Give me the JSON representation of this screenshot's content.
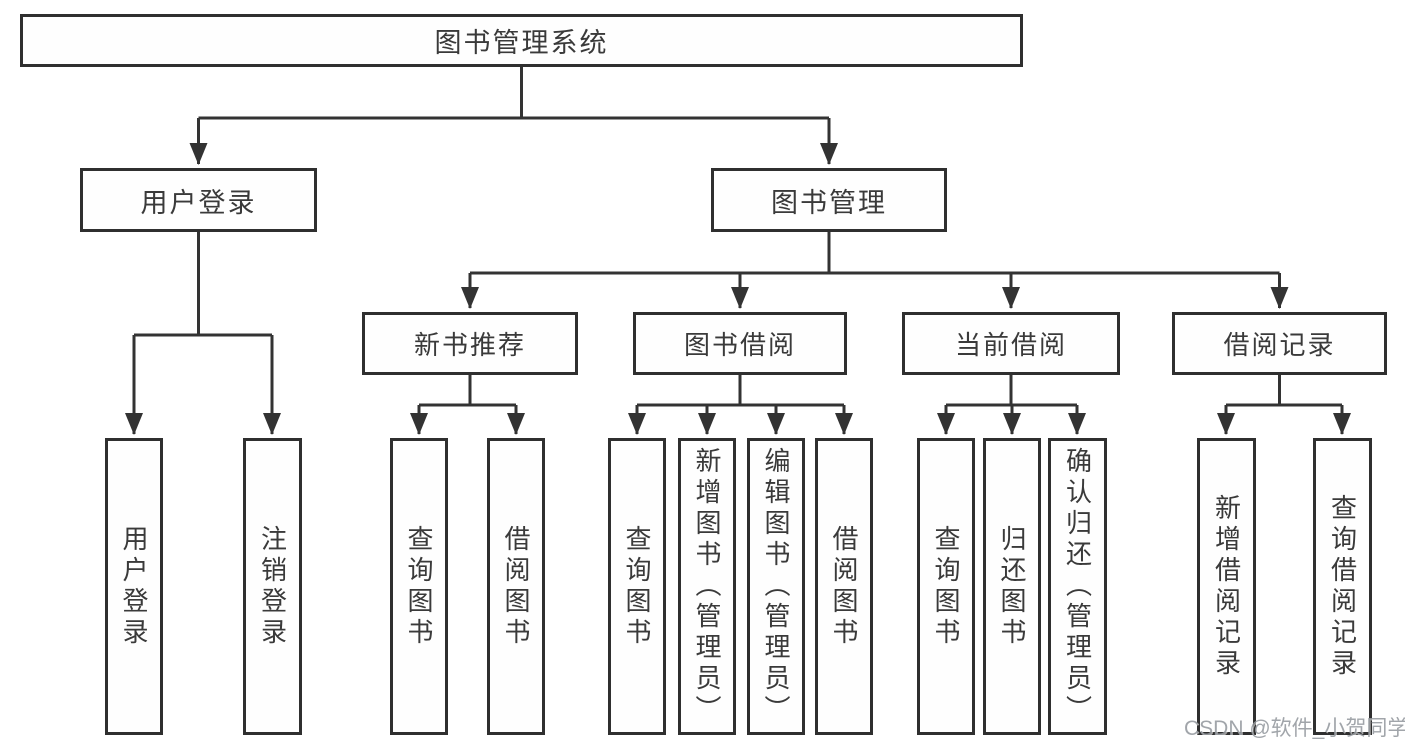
{
  "tree": {
    "root": "图书管理系统",
    "branches": [
      {
        "label": "用户登录",
        "children": [
          "用户登录",
          "注销登录"
        ]
      },
      {
        "label": "图书管理",
        "groups": [
          {
            "label": "新书推荐",
            "children": [
              "查询图书",
              "借阅图书"
            ]
          },
          {
            "label": "图书借阅",
            "children": [
              "查询图书",
              "新增图书（管理员）",
              "编辑图书（管理员）",
              "借阅图书"
            ]
          },
          {
            "label": "当前借阅",
            "children": [
              "查询图书",
              "归还图书",
              "确认归还（管理员）"
            ]
          },
          {
            "label": "借阅记录",
            "children": [
              "新增借阅记录",
              "查询借阅记录"
            ]
          }
        ]
      }
    ]
  },
  "watermark": "CSDN @软件_小贺同学",
  "colors": {
    "line": "#333333",
    "box_border": "#2f2f2f",
    "text": "#3a3a3a",
    "background": "#ffffff",
    "watermark": "#94989e"
  }
}
